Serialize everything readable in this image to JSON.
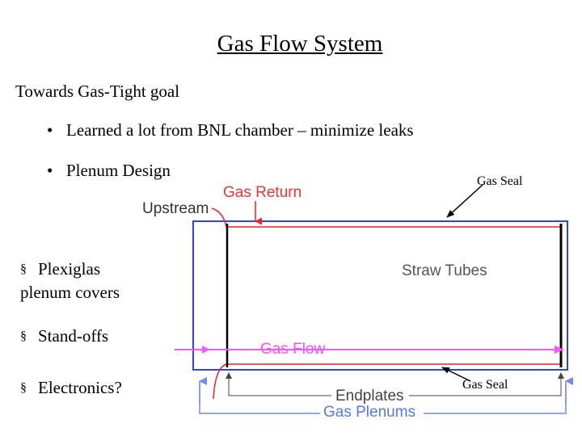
{
  "slide": {
    "title": "Gas Flow System",
    "subtitle": "Towards Gas-Tight goal",
    "bullets": [
      "Learned a lot from BNL chamber – minimize leaks",
      "Plenum Design"
    ],
    "sub_items": [
      "Plexiglas",
      "plenum covers",
      "Stand-offs",
      "Electronics?"
    ],
    "bullet_glyph": "•",
    "square_glyph": "§"
  },
  "annotations": {
    "gas_seal_top": "Gas Seal",
    "gas_seal_bottom": "Gas Seal"
  },
  "diagram": {
    "upstream": "Upstream",
    "gas_return": "Gas Return",
    "straw_tubes": "Straw Tubes",
    "gas_flow": "Gas Flow",
    "endplates": "Endplates",
    "gas_plenums": "Gas Plenums",
    "colors": {
      "plenum_blue": "#3344dd",
      "return_red": "#ee2222",
      "flow_magenta": "#ff55ff",
      "endplate_black": "#000000",
      "plenum_arrow_blue": "#7788ee"
    }
  }
}
